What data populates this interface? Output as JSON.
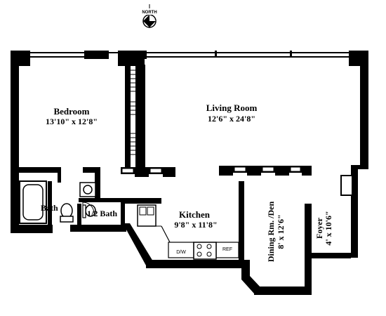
{
  "compass": {
    "label": "NORTH"
  },
  "rooms": {
    "bedroom": {
      "name": "Bedroom",
      "dims": "13'10\" x 12'8\""
    },
    "living_room": {
      "name": "Living Room",
      "dims": "12'6\" x 24'8\""
    },
    "bath": {
      "name": "Bath"
    },
    "half_bath": {
      "name": "1/2 Bath"
    },
    "kitchen": {
      "name": "Kitchen",
      "dims": "9'8\" x 11'8\""
    },
    "dining": {
      "name": "Dining Rm. /Den",
      "dims": "8' x 12'6\""
    },
    "foyer": {
      "name": "Foyer",
      "dims": "4' x 10'6\""
    }
  },
  "appliances": {
    "dishwasher": "D/W",
    "refrigerator": "REF"
  }
}
